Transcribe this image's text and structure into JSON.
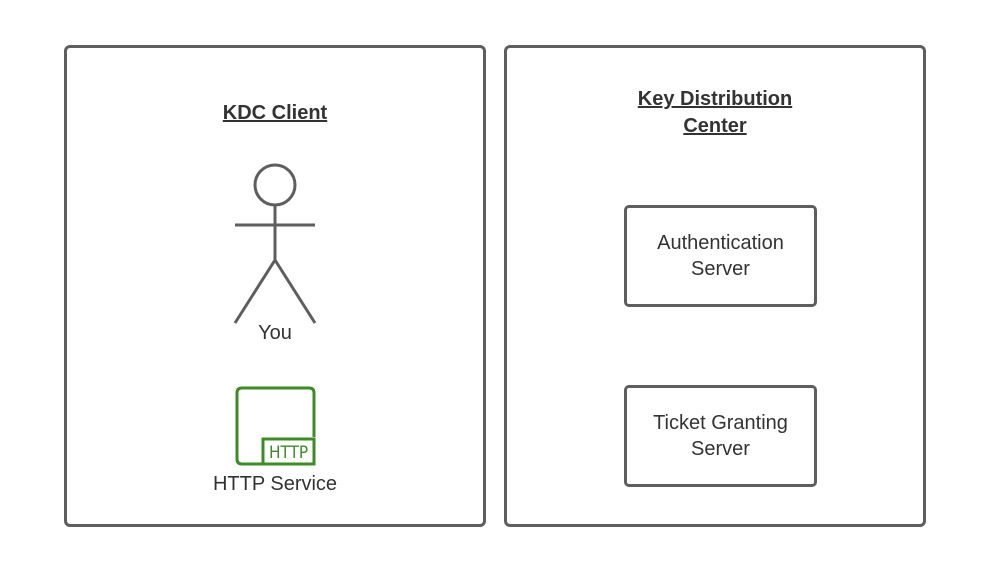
{
  "client": {
    "title": "KDC Client",
    "actor_label": "You",
    "service_label": "HTTP Service",
    "service_badge": "HTTP"
  },
  "kdc": {
    "title_line1": "Key Distribution",
    "title_line2": "Center",
    "nodes": [
      {
        "line1": "Authentication",
        "line2": "Server"
      },
      {
        "line1": "Ticket Granting",
        "line2": "Server"
      }
    ]
  },
  "colors": {
    "border": "#5e5e5e",
    "service": "#3d8b25"
  }
}
